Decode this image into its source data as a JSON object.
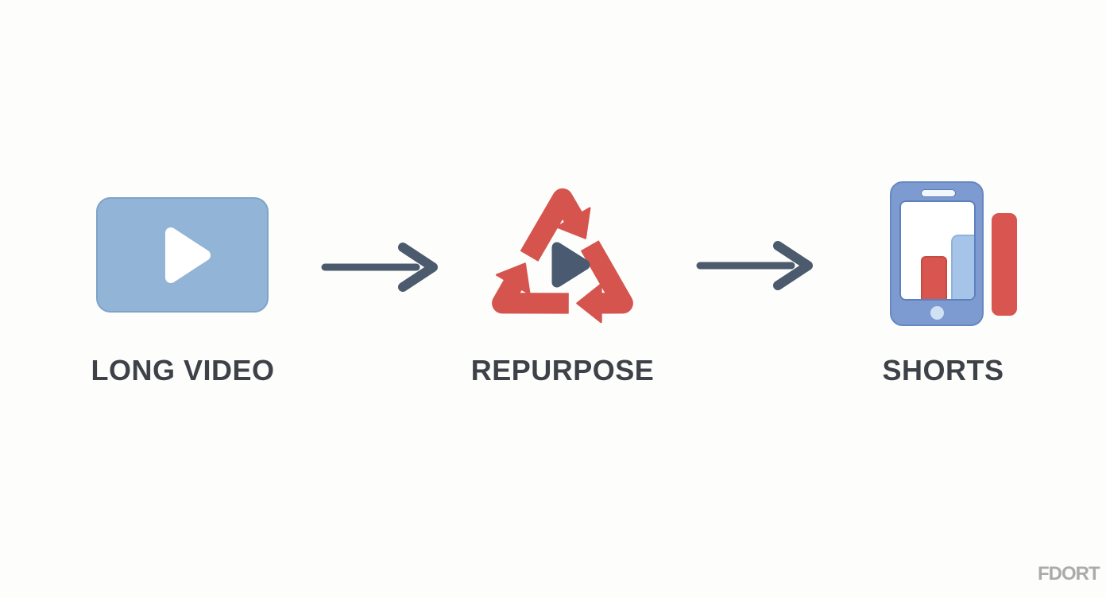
{
  "page": {
    "background_color": "#FDFDFC",
    "type": "workflow-infographic"
  },
  "diagram": {
    "nodes": [
      {
        "id": "long-video",
        "label": "LONG VIDEO",
        "icon": "video-player-play-icon",
        "icon_colors": {
          "body": "#92B4D7",
          "play": "#FFFFFF"
        }
      },
      {
        "id": "repurpose",
        "label": "REPURPOSE",
        "icon": "recycle-arrows-play-icon",
        "icon_colors": {
          "arrows": "#D5544E",
          "play": "#4A5A70"
        }
      },
      {
        "id": "shorts",
        "label": "SHORTS",
        "icon": "phone-bar-chart-icon",
        "icon_colors": {
          "phone": "#7E9BD1",
          "bar_red": "#D8564F",
          "bar_blue": "#A5C4E8"
        }
      }
    ],
    "connectors": [
      {
        "from": "long-video",
        "to": "repurpose",
        "style": "right-arrow",
        "color": "#4B5A6C"
      },
      {
        "from": "repurpose",
        "to": "shorts",
        "style": "right-arrow",
        "color": "#4B5A6C"
      }
    ],
    "label_color": "#3E4248"
  },
  "watermark": {
    "text": "FDORT",
    "color": "#ABABAB"
  }
}
